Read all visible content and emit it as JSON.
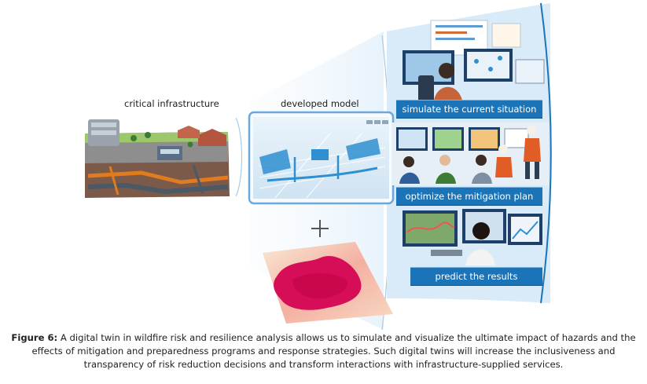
{
  "labels": {
    "critical_infrastructure": "critical infrastructure",
    "developed_model": "developed model",
    "plus": "+"
  },
  "stages": [
    {
      "label": "simulate the current situation"
    },
    {
      "label": "optimize the mitigation plan"
    },
    {
      "label": "predict the results"
    }
  ],
  "caption": {
    "prefix": "Figure 6:",
    "text": " A digital twin in wildfire risk and resilience analysis allows us to simulate and visualize the ultimate impact of hazards and the effects of mitigation and preparedness programs and response strategies. Such digital twins will increase the inclusiveness and transparency of risk reduction decisions and transform interactions with infrastructure-supplied services."
  },
  "colors": {
    "banner_blue": "#1b74b8",
    "panel_light_blue": "#e6f2fb",
    "heatmap_low": "#f7e3c9",
    "heatmap_high": "#d8105a"
  }
}
